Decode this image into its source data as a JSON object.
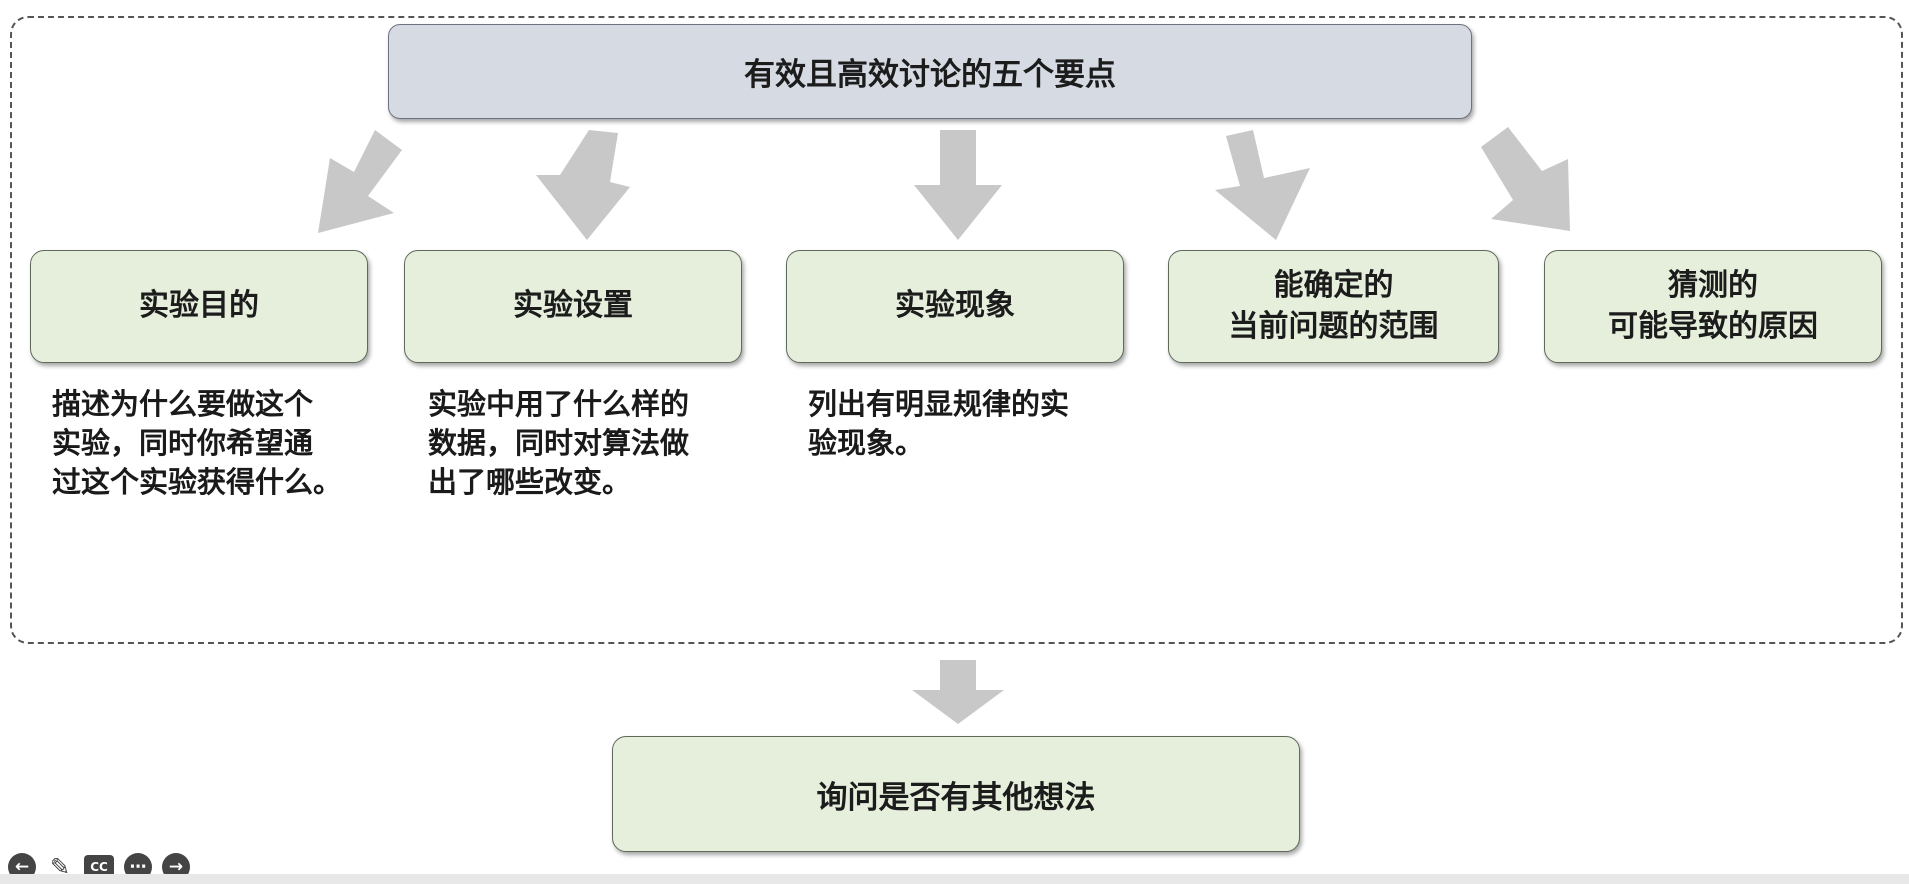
{
  "title": "有效且高效讨论的五个要点",
  "nodes": [
    {
      "label": "实验目的",
      "desc": "描述为什么要做这个\n实验，同时你希望通\n过这个实验获得什么。"
    },
    {
      "label": "实验设置",
      "desc": "实验中用了什么样的\n数据，同时对算法做\n出了哪些改变。"
    },
    {
      "label": "实验现象",
      "desc": "列出有明显规律的实\n验现象。"
    },
    {
      "label": "能确定的\n当前问题的范围",
      "desc": ""
    },
    {
      "label": "猜测的\n可能导致的原因",
      "desc": ""
    }
  ],
  "bottom": "询问是否有其他想法",
  "colors": {
    "title_fill": "#d6dae3",
    "node_fill": "#e5efdc",
    "arrow": "#c8c8c8"
  },
  "controls": [
    "back-icon",
    "pen-icon",
    "cc-icon",
    "more-icon",
    "forward-icon"
  ]
}
